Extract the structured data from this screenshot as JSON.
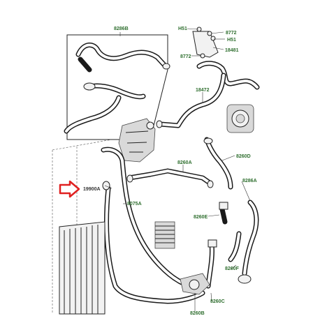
{
  "labels": {
    "l8286b": "8286B",
    "lh51a": "H51",
    "l8772a": "8772",
    "lh51b": "H51",
    "l18481": "18481",
    "l8772b": "8772",
    "l18472": "18472",
    "l8260d": "8260D",
    "l8260a": "8260A",
    "l19900a": "19900A",
    "l8286a": "8286A",
    "l8075a": "8075A",
    "l8260e": "8260E",
    "l8260f": "8260F",
    "l8260c": "8260C",
    "l8260b": "8260B"
  },
  "colors": {
    "label_green": "#2e6e2e",
    "arrow_red": "#e02020",
    "line": "#1a1a1a"
  },
  "icons": {
    "pointer": "red-outline-arrow-right"
  }
}
